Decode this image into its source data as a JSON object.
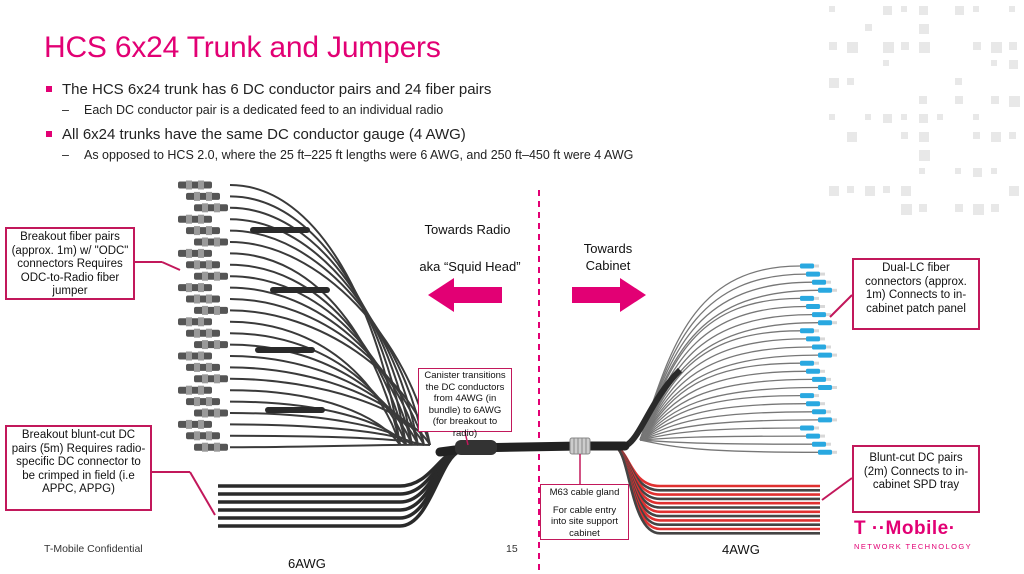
{
  "title": "HCS 6x24 Trunk and Jumpers",
  "bullets": [
    {
      "text": "The HCS 6x24 trunk has 6 DC conductor pairs and 24 fiber pairs",
      "sub": "Each DC conductor pair is a dedicated feed to an individual radio"
    },
    {
      "text": "All 6x24 trunks have the same DC conductor gauge (4 AWG)",
      "sub": "As opposed to HCS 2.0, where the 25 ft–225 ft lengths were 6 AWG, and 250 ft–450 ft were 4 AWG"
    }
  ],
  "diagram": {
    "towards_radio": "Towards Radio",
    "squid_head": "aka “Squid Head”",
    "towards_cabinet": "Towards Cabinet",
    "left_gauge": "6AWG",
    "right_gauge": "4AWG"
  },
  "callouts": {
    "breakout_fiber": "Breakout fiber pairs (approx. 1m) w/ \"ODC\" connectors Requires ODC-to-Radio fiber jumper",
    "breakout_dc": "Breakout blunt-cut DC pairs (5m) Requires radio-specific DC connector to be crimped in field (i.e APPC, APPG)",
    "canister": "Canister transitions the DC conductors from 4AWG (in bundle) to 6AWG (for breakout to radio)",
    "gland_title": "M63 cable gland",
    "gland_desc": "For cable entry into site support cabinet",
    "dual_lc": "Dual-LC fiber connectors (approx. 1m) Connects to in-cabinet patch panel",
    "blunt_cut": "Blunt-cut DC pairs (2m) Connects to in-cabinet SPD tray"
  },
  "footer": {
    "confidential": "T-Mobile Confidential",
    "page_number": "15"
  },
  "logo": {
    "brand": "T ··Mobile·",
    "sub": "NETWORK TECHNOLOGY"
  },
  "colors": {
    "accent": "#e20074",
    "callout_border": "#c2185b",
    "dc_red": "#e03030",
    "fiber_blue": "#29a8e0",
    "cable_dark": "#2a2a2a"
  }
}
